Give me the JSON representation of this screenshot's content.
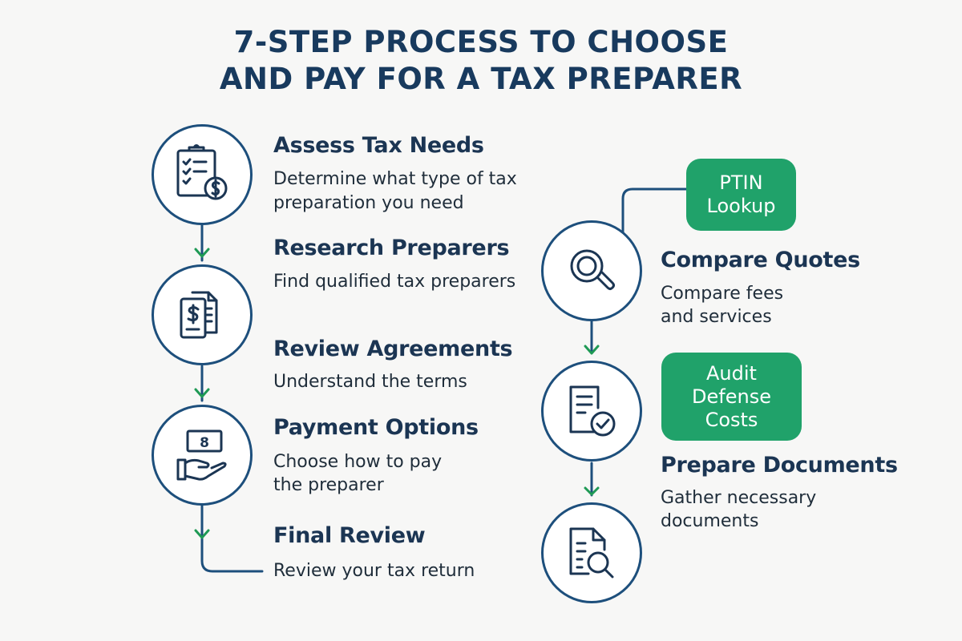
{
  "title": {
    "line1": "7-STEP PROCESS TO CHOOSE",
    "line2": "AND PAY FOR A TAX PREPARER"
  },
  "colors": {
    "navy": "#1d4f7c",
    "text": "#1b3553",
    "green": "#20a26a",
    "background": "#f7f7f6"
  },
  "left_column": {
    "steps": [
      {
        "title": "Assess Tax Needs",
        "desc_line1": "Determine what type of tax",
        "desc_line2": "preparation you need",
        "icon": "clipboard-dollar-icon"
      },
      {
        "title": "Research Preparers",
        "desc_line1": "Find qualified tax preparers",
        "icon": "documents-dollar-icon"
      },
      {
        "title": "Review Agreements",
        "desc_line1": "Understand the terms"
      },
      {
        "title": "Payment Options",
        "desc_line1": "Choose how to pay",
        "desc_line2": "the preparer",
        "icon": "hand-cash-icon",
        "icon_digit": "8"
      },
      {
        "title": "Final Review",
        "desc_line1": "Review your tax return"
      }
    ]
  },
  "right_column": {
    "badges": [
      {
        "line1": "PTIN",
        "line2": "Lookup"
      },
      {
        "line1": "Audit",
        "line2": "Defense",
        "line3": "Costs"
      }
    ],
    "steps": [
      {
        "title": "Compare Quotes",
        "desc_line1": "Compare fees",
        "desc_line2": "and services",
        "icon": "magnifier-icon"
      },
      {
        "title": "Prepare Documents",
        "desc_line1": "Gather necessary",
        "desc_line2": "documents",
        "icon": "document-check-icon"
      },
      {
        "icon": "document-search-icon"
      }
    ]
  }
}
